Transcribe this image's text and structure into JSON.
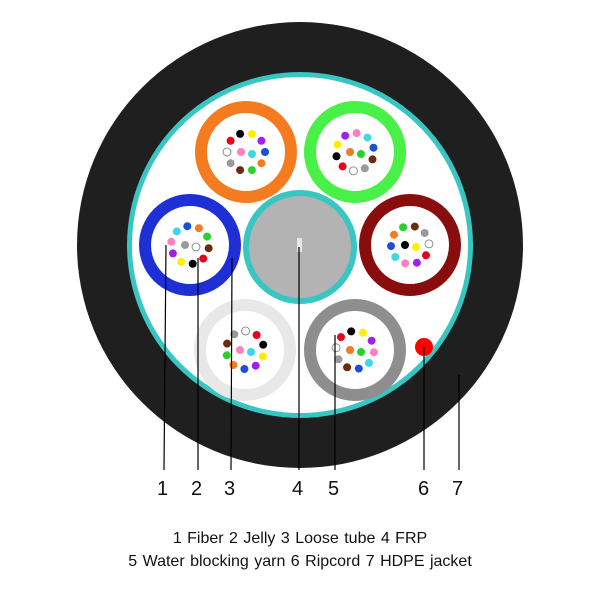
{
  "colors": {
    "jacket": "#1f1f1f",
    "water_blocking_ring": "#38c6c2",
    "interior": "#ffffff",
    "frp_fill": "#b3b3b3",
    "frp_ring": "#38c6c2",
    "ripcord": "#ff0000",
    "leader": "#000000",
    "fiber_colors": [
      "#1a4fd6",
      "#f47b20",
      "#2bd12b",
      "#6b2b0d",
      "#9a9a9a",
      "#ffffff",
      "#e8001c",
      "#000000",
      "#ffee00",
      "#a020f0",
      "#ff7fc0",
      "#3fd6e8"
    ]
  },
  "tubes": [
    {
      "name": "orange-tube",
      "color": "#f47b20"
    },
    {
      "name": "green-tube",
      "color": "#48f048"
    },
    {
      "name": "blue-tube",
      "color": "#1e2fd6"
    },
    {
      "name": "maroon-tube",
      "color": "#8a0d0d"
    },
    {
      "name": "white-tube",
      "color": "#e8e8e8"
    },
    {
      "name": "gray-tube",
      "color": "#8e8e8e"
    }
  ],
  "callouts": [
    "1",
    "2",
    "3",
    "4",
    "5",
    "6",
    "7"
  ],
  "legend": {
    "line1": "1 Fiber   2 Jelly   3 Loose tube   4 FRP",
    "line2": "5 Water blocking yarn   6 Ripcord   7 HDPE jacket"
  }
}
